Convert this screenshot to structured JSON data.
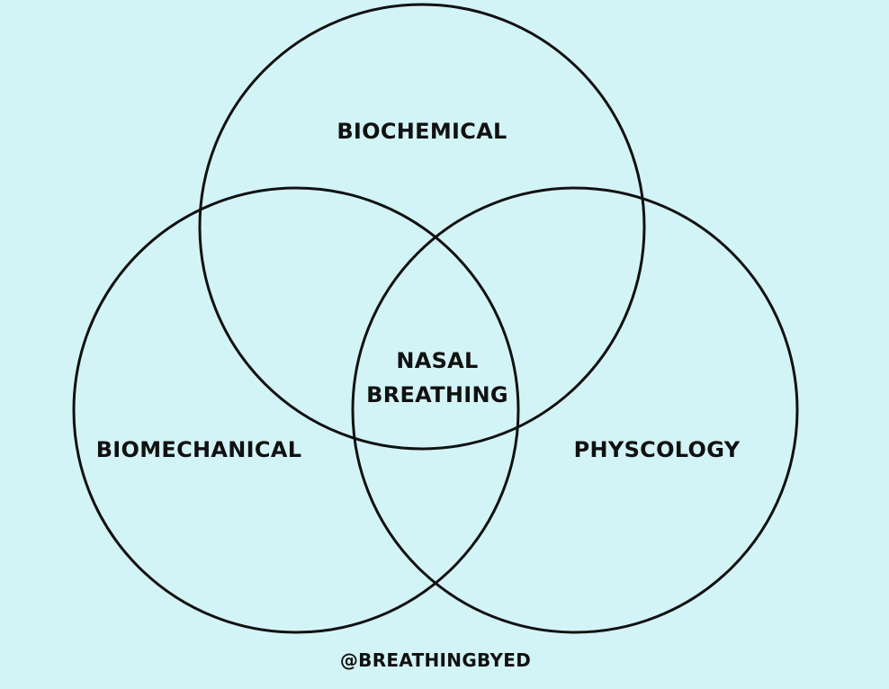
{
  "diagram": {
    "sets": [
      {
        "id": "top",
        "label": "BIOCHEMICAL"
      },
      {
        "id": "left",
        "label": "BIOMECHANICAL"
      },
      {
        "id": "right",
        "label": "PHYSCOLOGY"
      }
    ],
    "intersection": {
      "line1": "NASAL",
      "line2": "BREATHING"
    },
    "credit": "@BREATHINGBYED"
  },
  "colors": {
    "background": "#d3f4f6",
    "stroke": "#111111"
  }
}
